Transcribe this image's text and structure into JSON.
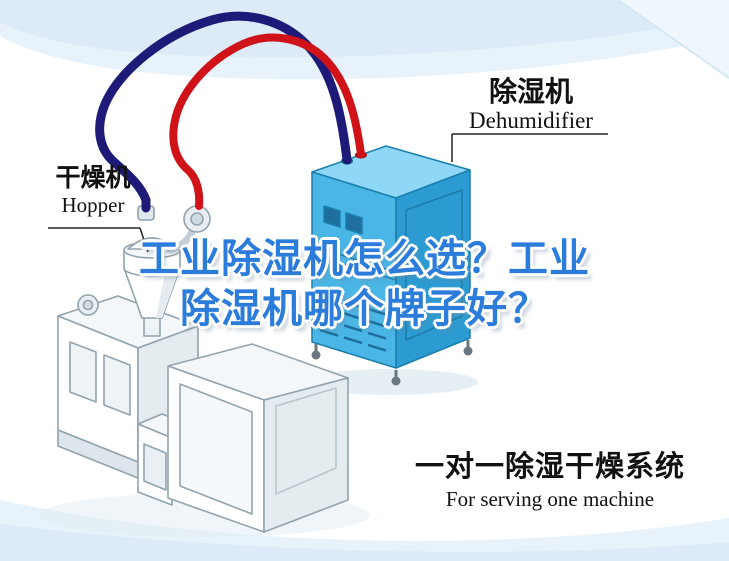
{
  "callouts": {
    "dehumidifier": {
      "zh": "除湿机",
      "en": "Dehumidifier"
    },
    "hopper": {
      "zh": "干燥机",
      "en": "Hopper"
    }
  },
  "headline": {
    "line1": "工业除湿机怎么选？工业",
    "line2": "除湿机哪个牌子好？",
    "color": "#2b7cdb"
  },
  "caption": {
    "zh": "一对一除湿干燥系统",
    "en": "For serving one machine"
  },
  "colors": {
    "headline_blue": "#2b7cdb",
    "pipe_red": "#cf1318",
    "pipe_navy": "#1e1a78",
    "dehumidifier_front": "#4ab6e6",
    "dehumidifier_side": "#2c9bd2",
    "dehumidifier_top": "#8ed7f6",
    "background_band": "#e7f2fa"
  },
  "graphics": {
    "dehumidifier_unit": "isometric blue dehumidifier cabinet on casters",
    "hopper_dryer": "white hopper funnel with pump on machine",
    "extruder_machine": "isometric white industrial machine line art",
    "red_pipe": "red air hose loop",
    "navy_pipe": "dark blue air hose loop"
  }
}
